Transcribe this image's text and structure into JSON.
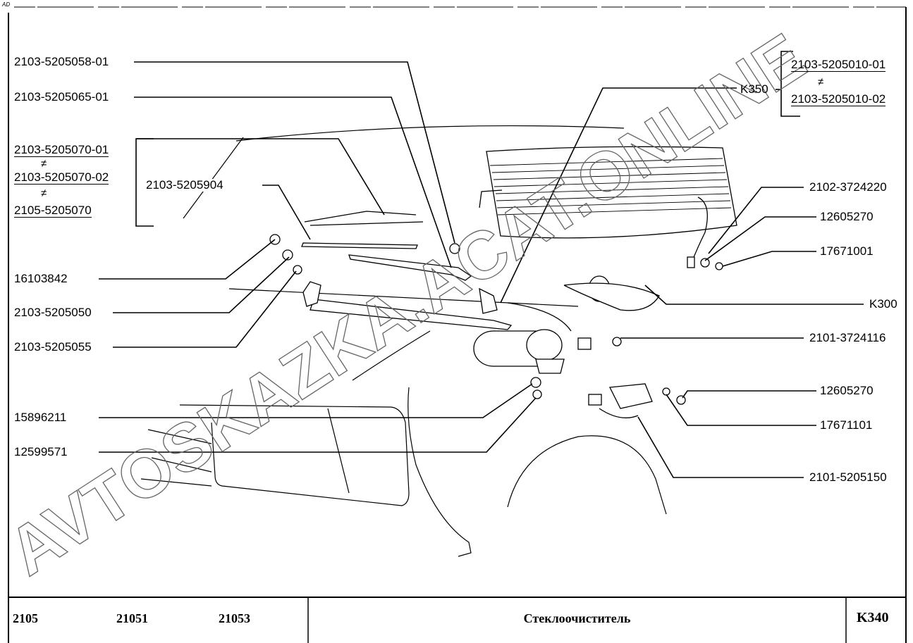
{
  "corner_mark": "AD",
  "watermark": "AVTOSKAZKA.ACAT.ONLINE",
  "left_callouts": {
    "c1": "2103-5205058-01",
    "c2": "2103-5205065-01",
    "group": [
      "2103-5205070-01",
      "2103-5205070-02",
      "2105-5205070"
    ],
    "not_equal": "≠",
    "c3": "2103-5205904",
    "c4": "16103842",
    "c5": "2103-5205050",
    "c6": "2103-5205055",
    "c7": "15896211",
    "c8": "12599571"
  },
  "right_callouts": {
    "k350": "K350",
    "k350_group": [
      "2103-5205010-01",
      "2103-5205010-02"
    ],
    "not_equal": "≠",
    "r1": "2102-3724220",
    "r2": "12605270",
    "r3": "17671001",
    "r4": "K300",
    "r5": "2101-3724116",
    "r6": "12605270",
    "r7": "17671101",
    "r8": "2101-5205150"
  },
  "footer": {
    "models": [
      "2105",
      "21051",
      "21053"
    ],
    "title": "Стеклоочиститель",
    "code": "K340"
  }
}
